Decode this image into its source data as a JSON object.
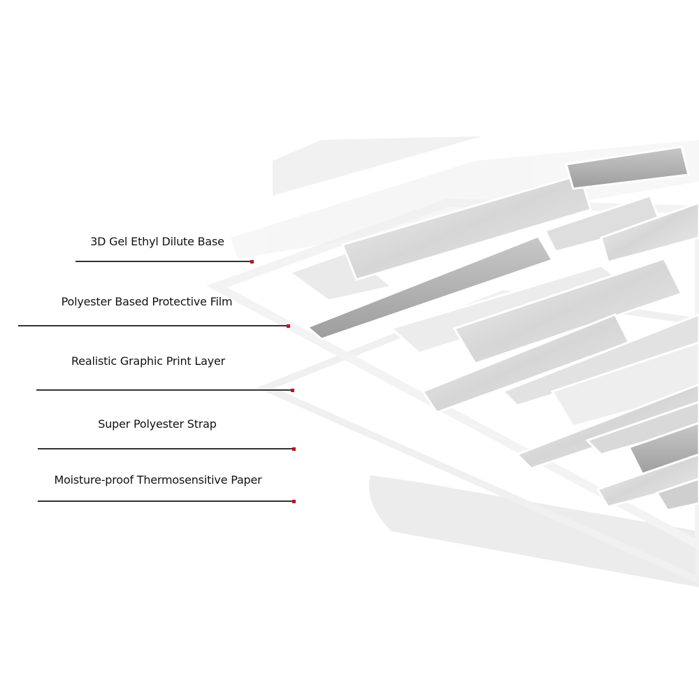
{
  "layers": [
    {
      "label": "3D Gel Ethyl Dilute Base"
    },
    {
      "label": "Polyester Based Protective Film"
    },
    {
      "label": "Realistic Graphic Print Layer"
    },
    {
      "label": "Super Polyester Strap"
    },
    {
      "label": "Moisture-proof Thermosensitive Paper"
    }
  ],
  "colors": {
    "line": "#333333",
    "marker": "#c8101c"
  }
}
